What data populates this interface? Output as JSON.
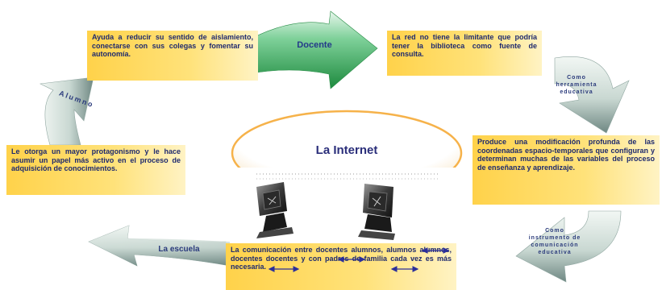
{
  "center": {
    "title": "La Internet"
  },
  "labels": {
    "docente": "Docente",
    "alumno": "Alumno",
    "la_escuela": "La escuela",
    "como_herramienta": "Como herramienta educativa",
    "como_instrumento": "Como instrumento de comunicación educativa"
  },
  "boxes": {
    "alumno_desc": "Ayuda a reducir su sentido de aislamiento, conectarse con sus colegas y fomentar su autonomía.",
    "red_limitante": "La red no tiene la limitante que podría tener la biblioteca como fuente de consulta.",
    "otorga": "Le otorga un mayor protagonismo y le hace asumir un papel más activo en el proceso de adquisición de conocimientos.",
    "produce": "Produce una modificación profunda de las coordenadas espacio-temporales que configuran y determinan muchas de las variables del proceso de enseñanza y aprendizaje.",
    "comunicacion": "La comunicación entre docentes alumnos, alumnos alumnos, docentes docentes y con padres de familia cada vez es más necesaria."
  },
  "colors": {
    "box_fill": "#ffd24a",
    "text": "#1e2a6e",
    "arrow_light": "#e2ede8",
    "arrow_dark": "#7f9a94",
    "arrow_green": "#2fa84f",
    "cloud_orange": "#f6b24a",
    "double_arrow": "#2b2f9a"
  }
}
